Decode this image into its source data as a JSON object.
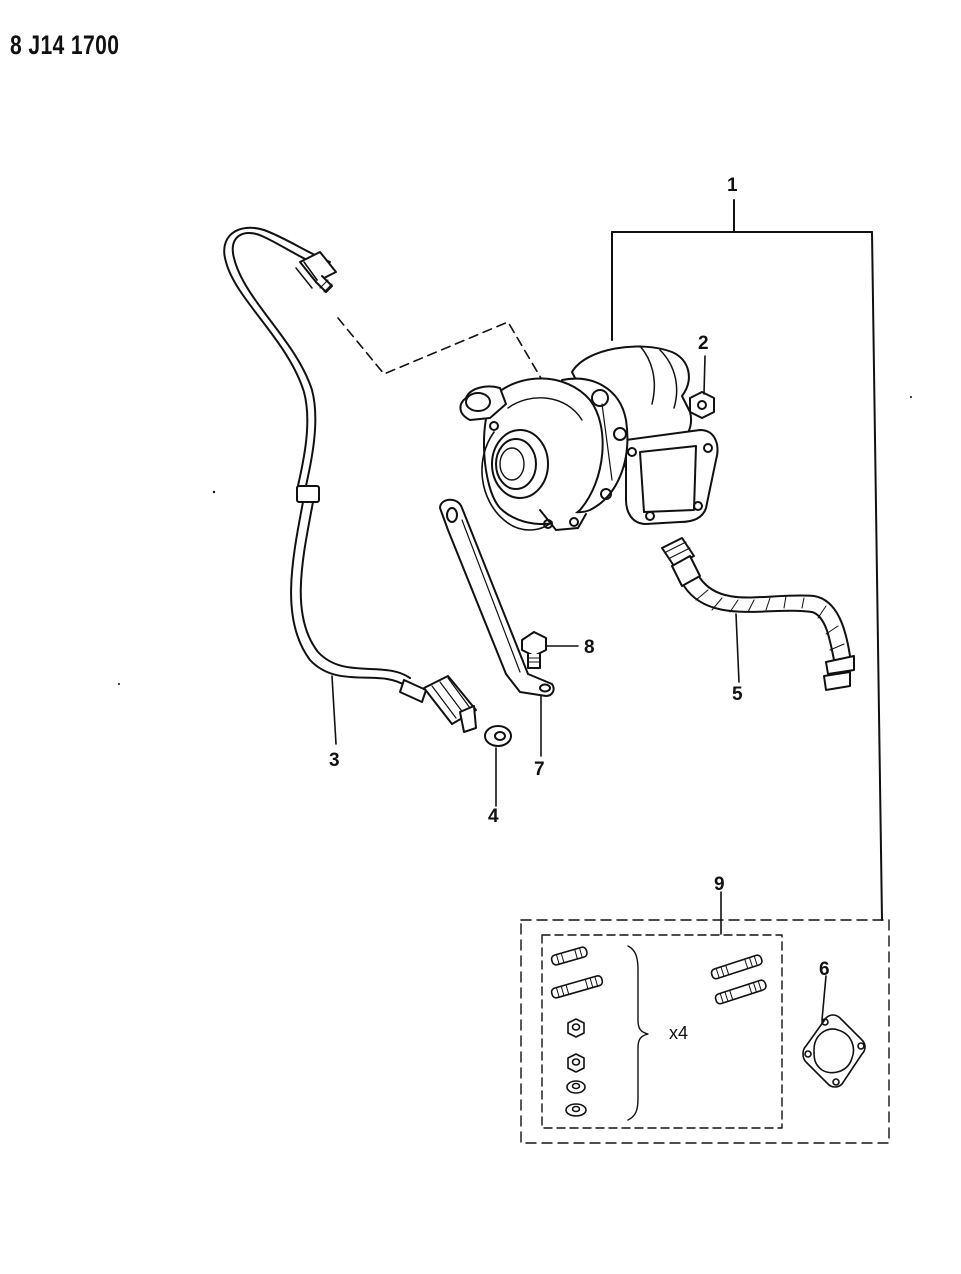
{
  "document_id": "8 J14 1700",
  "callouts": {
    "c1": "1",
    "c2": "2",
    "c3": "3",
    "c4": "4",
    "c5": "5",
    "c6": "6",
    "c7": "7",
    "c8": "8",
    "c9": "9"
  },
  "kit_quantity": "x4"
}
